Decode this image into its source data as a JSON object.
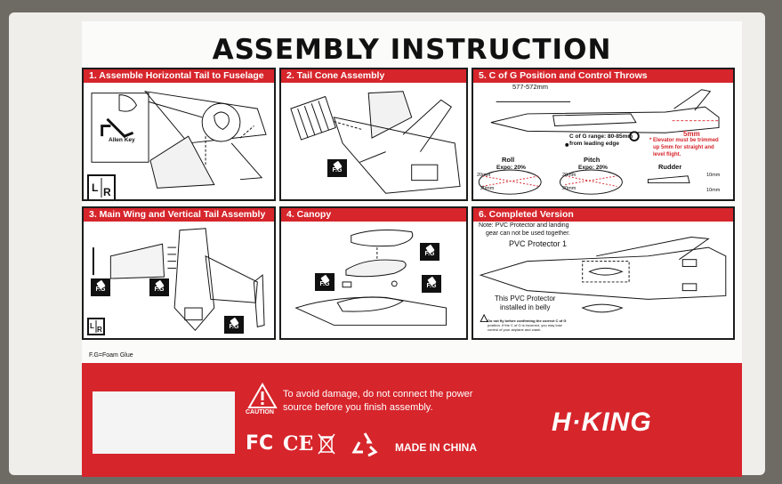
{
  "title": "ASSEMBLY INSTRUCTION",
  "panels": {
    "p1": {
      "title": "1. Assemble Horizontal Tail to Fuselage",
      "allen_key": "Allen Key"
    },
    "p2": {
      "title": "2. Tail Cone Assembly",
      "fg": "F.G"
    },
    "p5": {
      "title": "5. C of G Position and Control Throws",
      "cg_distance": "577-572mm",
      "cg_range": "C of G range: 80-85mm",
      "cg_from": "from leading edge",
      "elevator_mm": "5mm",
      "elevator_note_1": "* Elevator must be trimmed",
      "elevator_note_2": "up 5mm for straight and",
      "elevator_note_3": "level flight.",
      "roll": "Roll",
      "roll_expo": "Expo: 20%",
      "pitch": "Pitch",
      "pitch_expo": "Expo: 20%",
      "rudder": "Rudder",
      "mm20a": "20mm",
      "mm20b": "20mm",
      "mm20c": "20mm",
      "mm20d": "20mm",
      "mm10a": "10mm",
      "mm10b": "10mm"
    },
    "p3": {
      "title": "3. Main Wing and Vertical Tail Assembly",
      "fg": "F.G"
    },
    "p4": {
      "title": "4. Canopy",
      "fg": "F.G"
    },
    "p6": {
      "title": "6. Completed Version",
      "note_1": "Note: PVC Protector and landing",
      "note_2": "gear can not be used together.",
      "protector": "PVC Protector 1",
      "belly_1": "This PVC Protector",
      "belly_2": "installed in belly",
      "warn_1": "Do not fly before confirming the correct C of G",
      "warn_2": "position. If the C of G is incorrect, you may lose",
      "warn_3": "control of your airplane and crash."
    }
  },
  "foam_glue_note": "F.G=Foam Glue",
  "caution": {
    "label": "CAUTION",
    "line_1": "To avoid damage, do not connect the power",
    "line_2": "source before you finish assembly."
  },
  "logos": {
    "fc": "FC",
    "ce": "CE",
    "made_in": "MADE IN CHINA"
  },
  "brand": "H·KING",
  "colors": {
    "red": "#d6252b",
    "black": "#111111"
  }
}
